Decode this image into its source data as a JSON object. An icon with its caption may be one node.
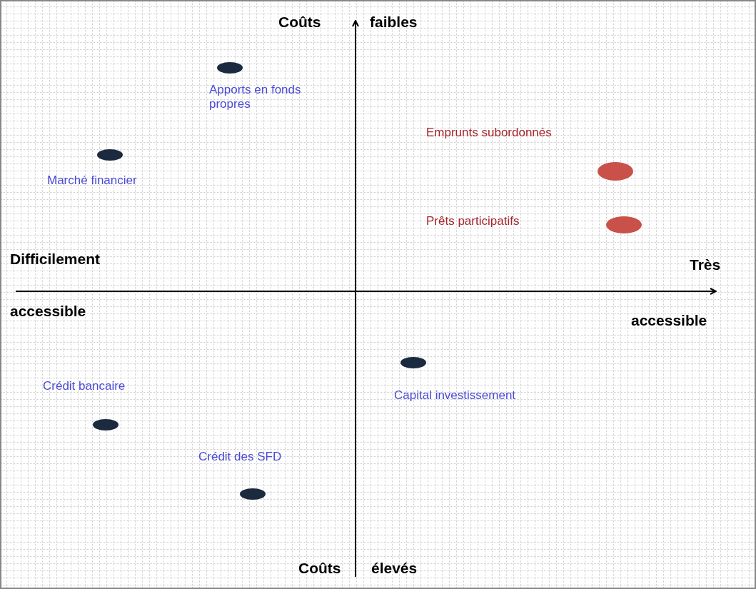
{
  "diagram": {
    "labels": [
      "Coûts",
      "faibles",
      "Apports en fonds propres",
      "Emprunts subordonnés",
      "Marché financier",
      "Prêts participatifs",
      "Difficilement",
      "Très",
      "accessible",
      "accessible",
      "Crédit bancaire",
      "Capital investissement",
      "Crédit des SFD",
      "Coûts",
      "élevés"
    ]
  }
}
